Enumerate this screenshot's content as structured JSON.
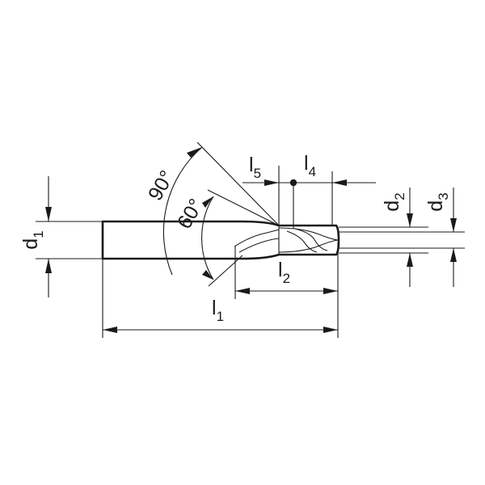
{
  "dimensions": {
    "d1": {
      "main": "d",
      "sub": "1"
    },
    "d2": {
      "main": "d",
      "sub": "2"
    },
    "d3": {
      "main": "d",
      "sub": "3"
    },
    "l1": {
      "main": "l",
      "sub": "1"
    },
    "l2": {
      "main": "l",
      "sub": "2"
    },
    "l4": {
      "main": "l",
      "sub": "4"
    },
    "l5": {
      "main": "l",
      "sub": "5"
    }
  },
  "angles": {
    "angle_90": "90°",
    "angle_60": "60°"
  }
}
